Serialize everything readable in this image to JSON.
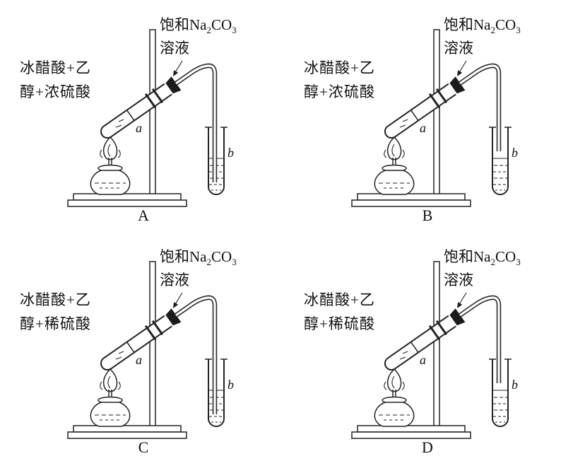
{
  "labels": {
    "tube_a": "a",
    "tube_b": "b",
    "saturated_line1": {
      "t1": "饱和Na",
      "s1": "2",
      "t2": "CO",
      "s2": "3"
    },
    "saturated_line2": "溶液"
  },
  "panels": [
    {
      "letter": "A",
      "reagent_line1": "冰醋酸+乙",
      "reagent_line2": "醇+浓硫酸",
      "delivery_tube_end": "below liquid surface"
    },
    {
      "letter": "B",
      "reagent_line1": "冰醋酸+乙",
      "reagent_line2": "醇+浓硫酸",
      "delivery_tube_end": "above liquid surface"
    },
    {
      "letter": "C",
      "reagent_line1": "冰醋酸+乙",
      "reagent_line2": "醇+稀硫酸",
      "delivery_tube_end": "below liquid surface"
    },
    {
      "letter": "D",
      "reagent_line1": "冰醋酸+乙",
      "reagent_line2": "醇+稀硫酸",
      "delivery_tube_end": "above liquid surface"
    }
  ]
}
